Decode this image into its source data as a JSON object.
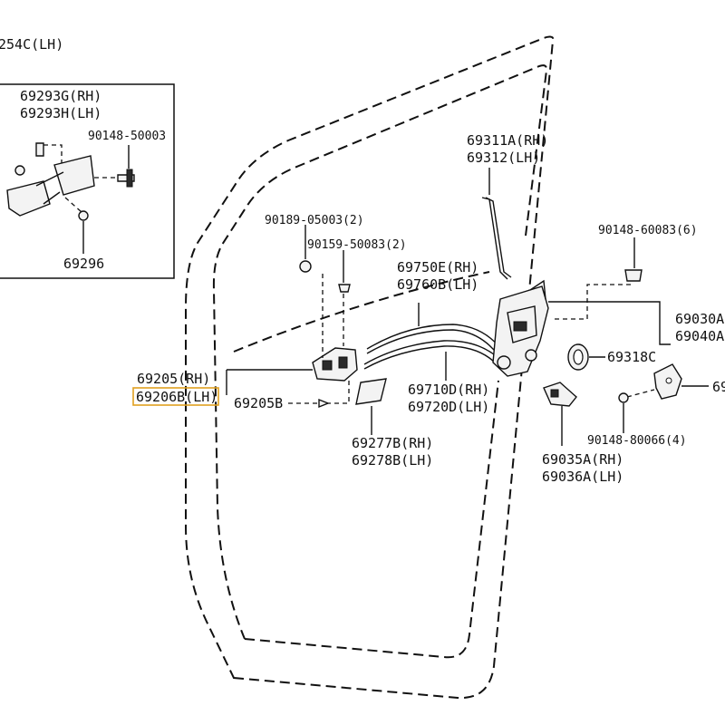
{
  "labels": {
    "top_left_part": "254C(LH)",
    "inset_rh": "69293G(RH)",
    "inset_lh": "69293H(LH)",
    "inset_bolt": "90148-50003",
    "inset_bottom": "69296",
    "clip_a": "90189-05003(2)",
    "clip_b": "90159-50083(2)",
    "cable_rh": "69750E(RH)",
    "cable_lh": "69760B(LH)",
    "rod_rh": "69311A(RH)",
    "rod_lh": "69312(LH)",
    "screw_top": "90148-60083(6)",
    "lock_rh": "69030A",
    "lock_lh": "69040A",
    "washer": "69318C",
    "striker_partial": "69",
    "handle_rh": "69205(RH)",
    "handle_lh_highlight": "69206B(LH)",
    "handle_screw": "69205B",
    "cable2_rh": "69710D(RH)",
    "cable2_lh": "69720D(LH)",
    "pad_rh": "69277B(RH)",
    "pad_lh": "69278B(LH)",
    "screw_bottom": "90148-80066(4)",
    "bracket_rh": "69035A(RH)",
    "bracket_lh": "69036A(LH)"
  },
  "colors": {
    "line": "#111111",
    "highlight": "#e0a020",
    "background": "#ffffff"
  }
}
